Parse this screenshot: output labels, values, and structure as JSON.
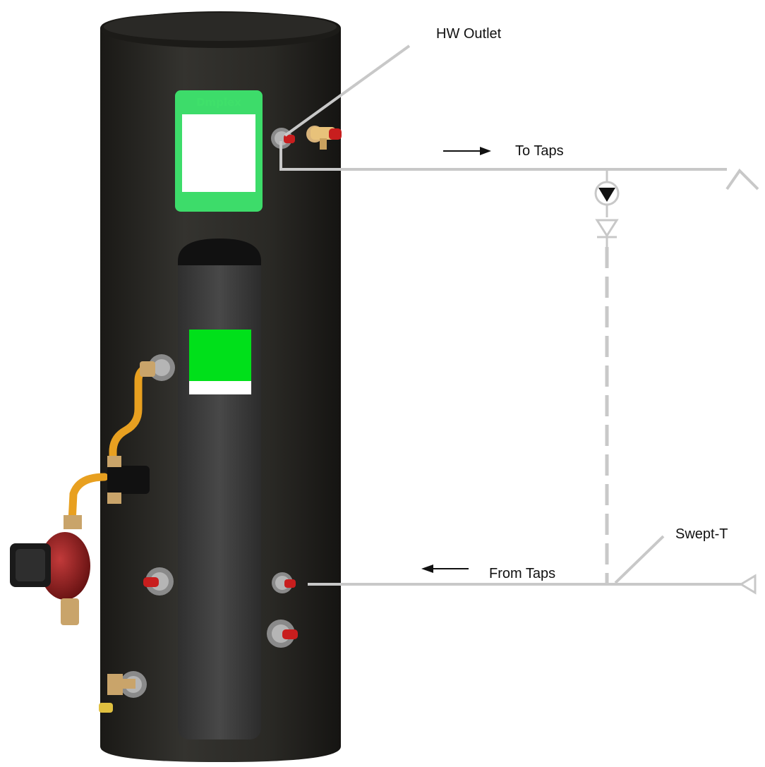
{
  "labels": {
    "hw_outlet": "HW Outlet",
    "to_taps": "To Taps",
    "from_taps": "From Taps",
    "swept_t": "Swept-T"
  },
  "cylinder": {
    "brand": "Dmplex"
  },
  "colors": {
    "cylinder_body": "#2b2a27",
    "cylinder_panel": "#3a3a3a",
    "display_green": "#3ddc6a",
    "pipe_gray": "#c8c8c8",
    "copper_pipe": "#e8a020",
    "pump_red": "#8e1a1a",
    "valve_red": "#c81e1e"
  }
}
